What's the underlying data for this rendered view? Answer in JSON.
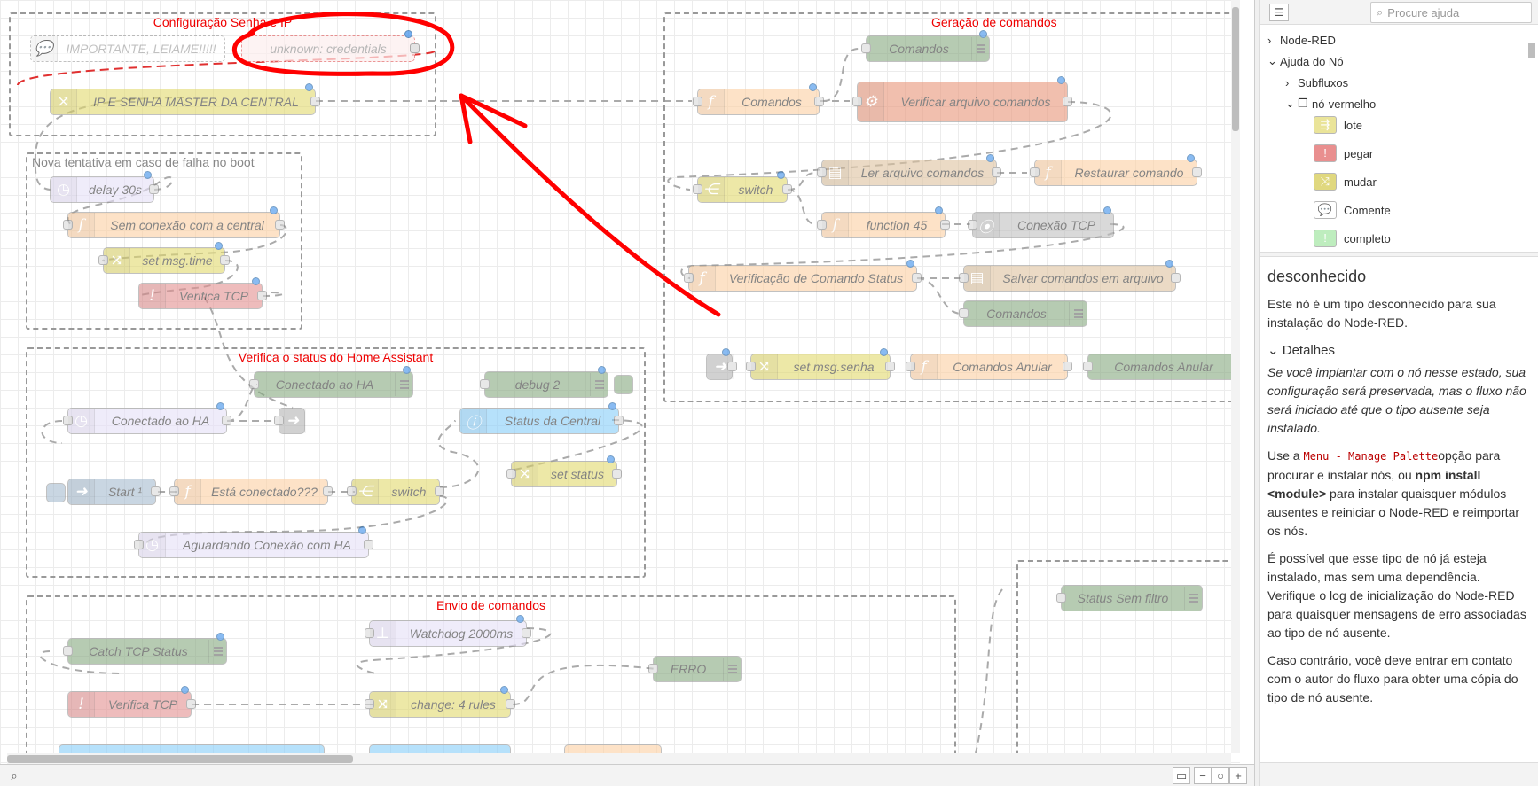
{
  "groups": [
    {
      "id": "g1",
      "label": "Configuração Senha e IP"
    },
    {
      "id": "g2",
      "label": "Nova tentativa em caso de falha no boot"
    },
    {
      "id": "g3",
      "label": "Verifica o status do Home Assistant"
    },
    {
      "id": "g4",
      "label": "Envio de comandos"
    },
    {
      "id": "g5",
      "label": "Geração de comandos"
    }
  ],
  "nodes": {
    "importante": "IMPORTANTE, LEIAME!!!!!",
    "unknown": "unknown: credentials",
    "ip_senha": "IP E SENHA MASTER DA CENTRAL",
    "delay30": "delay 30s",
    "sem_conexao": "Sem conexão com a central",
    "set_time": "set msg.time",
    "verifica_tcp1": "Verifica TCP",
    "conectado_ha_dbg": "Conectado ao HA",
    "debug2": "debug 2",
    "conectado_ha": "Conectado ao HA",
    "status_central": "Status da Central",
    "start": "Start ¹",
    "esta_conectado": "Está conectado???",
    "switch1": "switch",
    "set_status": "set status",
    "aguardando": "Aguardando Conexão com HA",
    "catch_tcp": "Catch TCP Status",
    "watchdog": "Watchdog 2000ms",
    "erro": "ERRO",
    "verifica_tcp2": "Verifica TCP",
    "change4": "change: 4 rules",
    "comandos_dbg": "Comandos",
    "comandos_fn": "Comandos",
    "verificar_arquivo": "Verificar arquivo comandos",
    "switch2": "switch",
    "ler_arquivo": "Ler arquivo comandos",
    "restaurar": "Restaurar comando",
    "function45": "function 45",
    "conexao_tcp": "Conexão TCP",
    "verif_status": "Verificação de Comando Status",
    "salvar": "Salvar comandos em arquivo",
    "comandos_dbg2": "Comandos",
    "set_senha": "set msg.senha",
    "comandos_anular": "Comandos Anular",
    "comandos_anular_dbg": "Comandos Anular",
    "status_sem_filtro": "Status Sem filtro"
  },
  "sidebar": {
    "search_placeholder": "Procure ajuda",
    "tree": {
      "node_red": "Node-RED",
      "ajuda": "Ajuda do Nó",
      "subfluxos": "Subfluxos",
      "no_vermelho": "nó-vermelho",
      "lote": "lote",
      "pegar": "pegar",
      "mudar": "mudar",
      "comente": "Comente",
      "completo": "completo"
    },
    "help": {
      "title": "desconhecido",
      "intro": "Este nó é um tipo desconhecido para sua instalação do Node-RED.",
      "details": "Detalhes",
      "p1": "Se você implantar com o nó nesse estado, sua configuração será preservada, mas o fluxo não será iniciado até que o tipo ausente seja instalado.",
      "p2a": "Use a ",
      "p2code": "Menu - Manage Palette",
      "p2b": "opção para procurar e instalar nós, ou ",
      "p2bold": "npm install <module>",
      "p2c": " para instalar quaisquer módulos ausentes e reiniciar o Node-RED e reimportar os nós.",
      "p3": "É possível que esse tipo de nó já esteja instalado, mas sem uma dependência. Verifique o log de inicialização do Node-RED para quaisquer mensagens de erro associadas ao tipo de nó ausente.",
      "p4": "Caso contrário, você deve entrar em contato com o autor do fluxo para obter uma cópia do tipo de nó ausente."
    }
  },
  "colors": {
    "annotation": "#ff0000",
    "group_label": "#e00000",
    "accent": "#3b8eea"
  }
}
